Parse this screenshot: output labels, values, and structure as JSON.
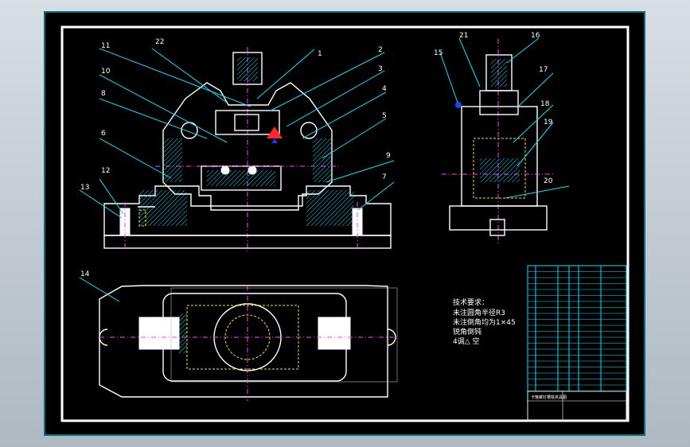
{
  "drawing": {
    "part_labels": [
      "11",
      "22",
      "2",
      "1",
      "10",
      "3",
      "8",
      "4",
      "5",
      "6",
      "9",
      "12",
      "13",
      "7",
      "21",
      "16",
      "15",
      "17",
      "18",
      "19",
      "20",
      "14"
    ],
    "notes": {
      "title": "技术要求：",
      "lines": [
        "未注圆角半径R3",
        "未注倒角均为1×45",
        "锐角倒钝",
        "4调△  空"
      ]
    },
    "title_block_text": "卡箍螺钉槽铣夹具图"
  },
  "colors": {
    "sheet_bg": "#000000",
    "outline": "#ffffff",
    "leader": "#00e5ff",
    "centerline": "#ff40ff"
  }
}
